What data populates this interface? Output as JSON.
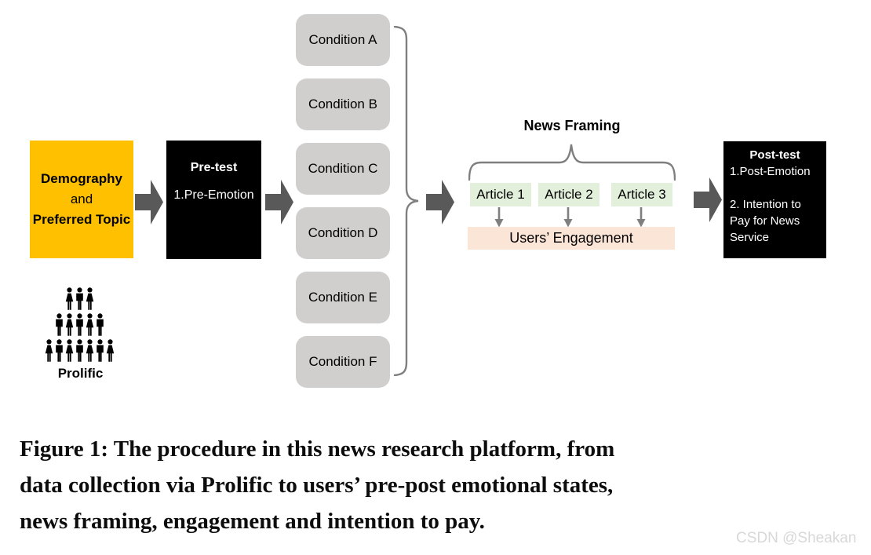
{
  "diagram": {
    "demography": {
      "line1": "Demography",
      "line2": "and",
      "line3": "Preferred Topic"
    },
    "pretest": {
      "title": "Pre-test",
      "item": "1.Pre-Emotion"
    },
    "conditions": [
      "Condition A",
      "Condition B",
      "Condition C",
      "Condition D",
      "Condition E",
      "Condition F"
    ],
    "news_framing_label": "News Framing",
    "articles": [
      "Article 1",
      "Article 2",
      "Article 3"
    ],
    "engagement_label": "Users’ Engagement",
    "posttest": {
      "title": "Post-test",
      "item1": "1.Post-Emotion",
      "item2": "2. Intention to Pay for News Service"
    },
    "prolific_label": "Prolific"
  },
  "caption": {
    "lines": [
      "Figure 1: The procedure in this news research platform, from",
      "data collection via Prolific to users’ pre-post emotional states,",
      "news framing, engagement and intention to pay."
    ]
  },
  "watermark": "CSDN @Sheakan",
  "colors": {
    "demography_yellow": "#FFC000",
    "test_box_black": "#000000",
    "condition_gray": "#D1CECE",
    "article_green": "#E2EFDA",
    "engagement_peach": "#FBE5D6",
    "block_arrow_gray": "#595959",
    "brace_gray": "#7F7F7F",
    "watermark_gray": "#D8D8D8"
  },
  "icons": {
    "block_arrow": "right-block-arrow",
    "down_arrow": "down-line-arrow",
    "right_brace": "conditions-group-brace",
    "top_brace": "news-framing-brace",
    "crowd": "prolific-crowd-icon"
  }
}
